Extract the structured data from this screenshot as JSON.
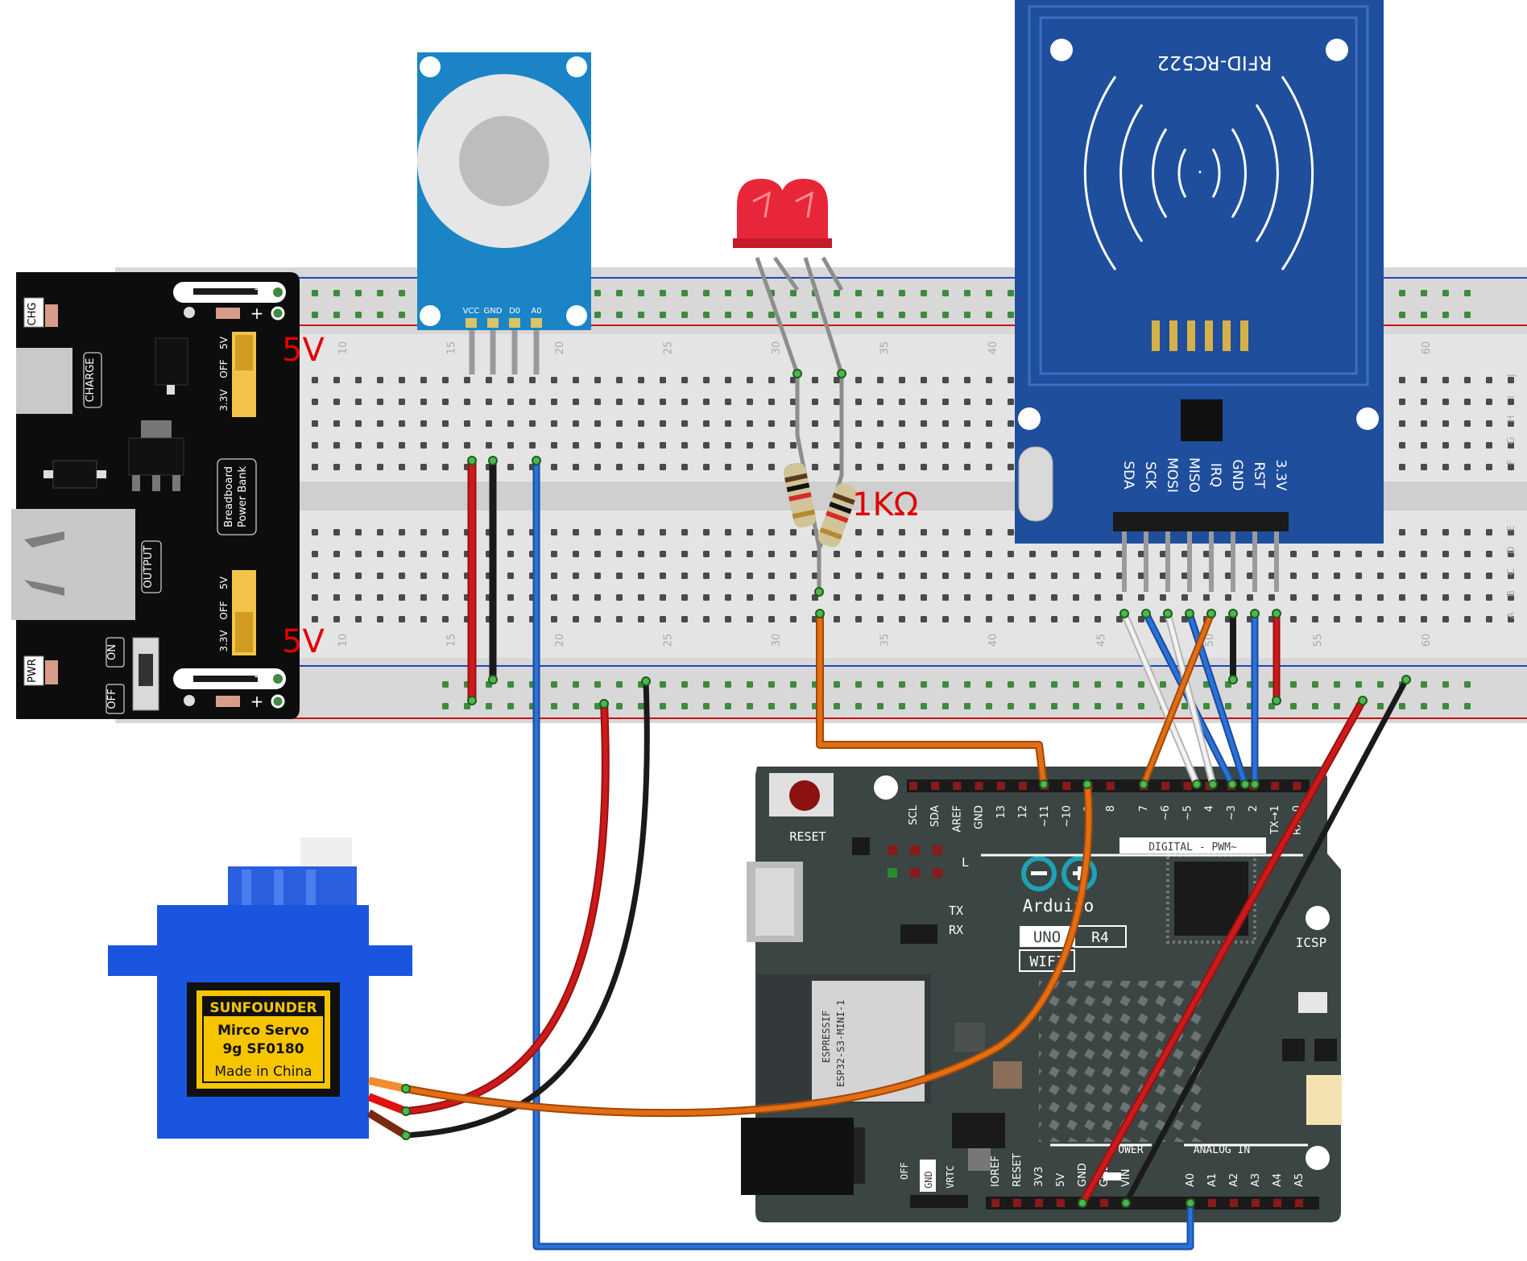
{
  "breadboard": {
    "column_numbers": [
      "10",
      "15",
      "20",
      "25",
      "30",
      "35",
      "40",
      "45",
      "50",
      "55",
      "60"
    ],
    "row_letters_top": [
      "J",
      "I",
      "H",
      "G",
      "F"
    ],
    "row_letters_bottom": [
      "E",
      "D",
      "C",
      "B",
      "A"
    ]
  },
  "power_module": {
    "chg": "CHG",
    "charge": "CHARGE",
    "output": "OUTPUT",
    "pwr": "PWR",
    "on": "ON",
    "off": "OFF",
    "title_line1": "Breadboard",
    "title_line2": "Power Bank",
    "jumper_5v": "5V",
    "jumper_off": "OFF",
    "jumper_33v": "3.3V",
    "plus": "+",
    "minus": "−"
  },
  "labels": {
    "top_rail_voltage": "5V",
    "bottom_rail_voltage": "5V",
    "resistor_value": "1KΩ"
  },
  "mq_sensor": {
    "pins": [
      "VCC",
      "GND",
      "D0",
      "A0"
    ]
  },
  "rfid": {
    "title": "RFID-RC522",
    "pins": [
      "SDA",
      "SCK",
      "MOSI",
      "MISO",
      "IRQ",
      "GND",
      "RST",
      "3.3V"
    ]
  },
  "servo": {
    "brand": "SUNFOUNDER",
    "model_line1": "Mirco Servo",
    "model_line2": "9g SF0180",
    "origin": "Made in China"
  },
  "arduino": {
    "reset": "RESET",
    "digital_header": [
      "SCL",
      "SDA",
      "AREF",
      "GND",
      "13",
      "12",
      "~11",
      "~10",
      "~9",
      "8",
      "7",
      "~6",
      "~5",
      "4",
      "~3",
      "2",
      "TX→1",
      "RX←0"
    ],
    "digital_label": "DIGITAL - PWM~",
    "l_led": "L",
    "tx": "TX",
    "rx": "RX",
    "brand": "Arduino",
    "model": "UNO",
    "rev": "R4",
    "wifi": "WIFI",
    "icsp": "ICSP",
    "module": "ESPRESSIF",
    "module_id": "ESP32-S3-MINI-1",
    "power_label": "POWER",
    "analog_label": "ANALOG IN",
    "power_header": [
      "IOREF",
      "RESET",
      "3V3",
      "5V",
      "GND",
      "GND",
      "VIN"
    ],
    "analog_header": [
      "A0",
      "A1",
      "A2",
      "A3",
      "A4",
      "A5"
    ],
    "off": "OFF",
    "gnd": "GND",
    "vrtc": "VRTC"
  },
  "colors": {
    "breadboard": "#d8d8d8",
    "power_red": "#cc1111",
    "ground_blue": "#1d48c4",
    "wire_red": "#cc1a1a",
    "wire_black": "#1a1a1a",
    "wire_blue": "#2a73d6",
    "wire_orange": "#e36d12",
    "wire_white": "#f2f2f2",
    "arduino_board": "#3b4543",
    "rfid_board": "#1f4e9c",
    "mq_board": "#1a84c6",
    "servo_body": "#1a55e0",
    "led": "#e8263a"
  }
}
